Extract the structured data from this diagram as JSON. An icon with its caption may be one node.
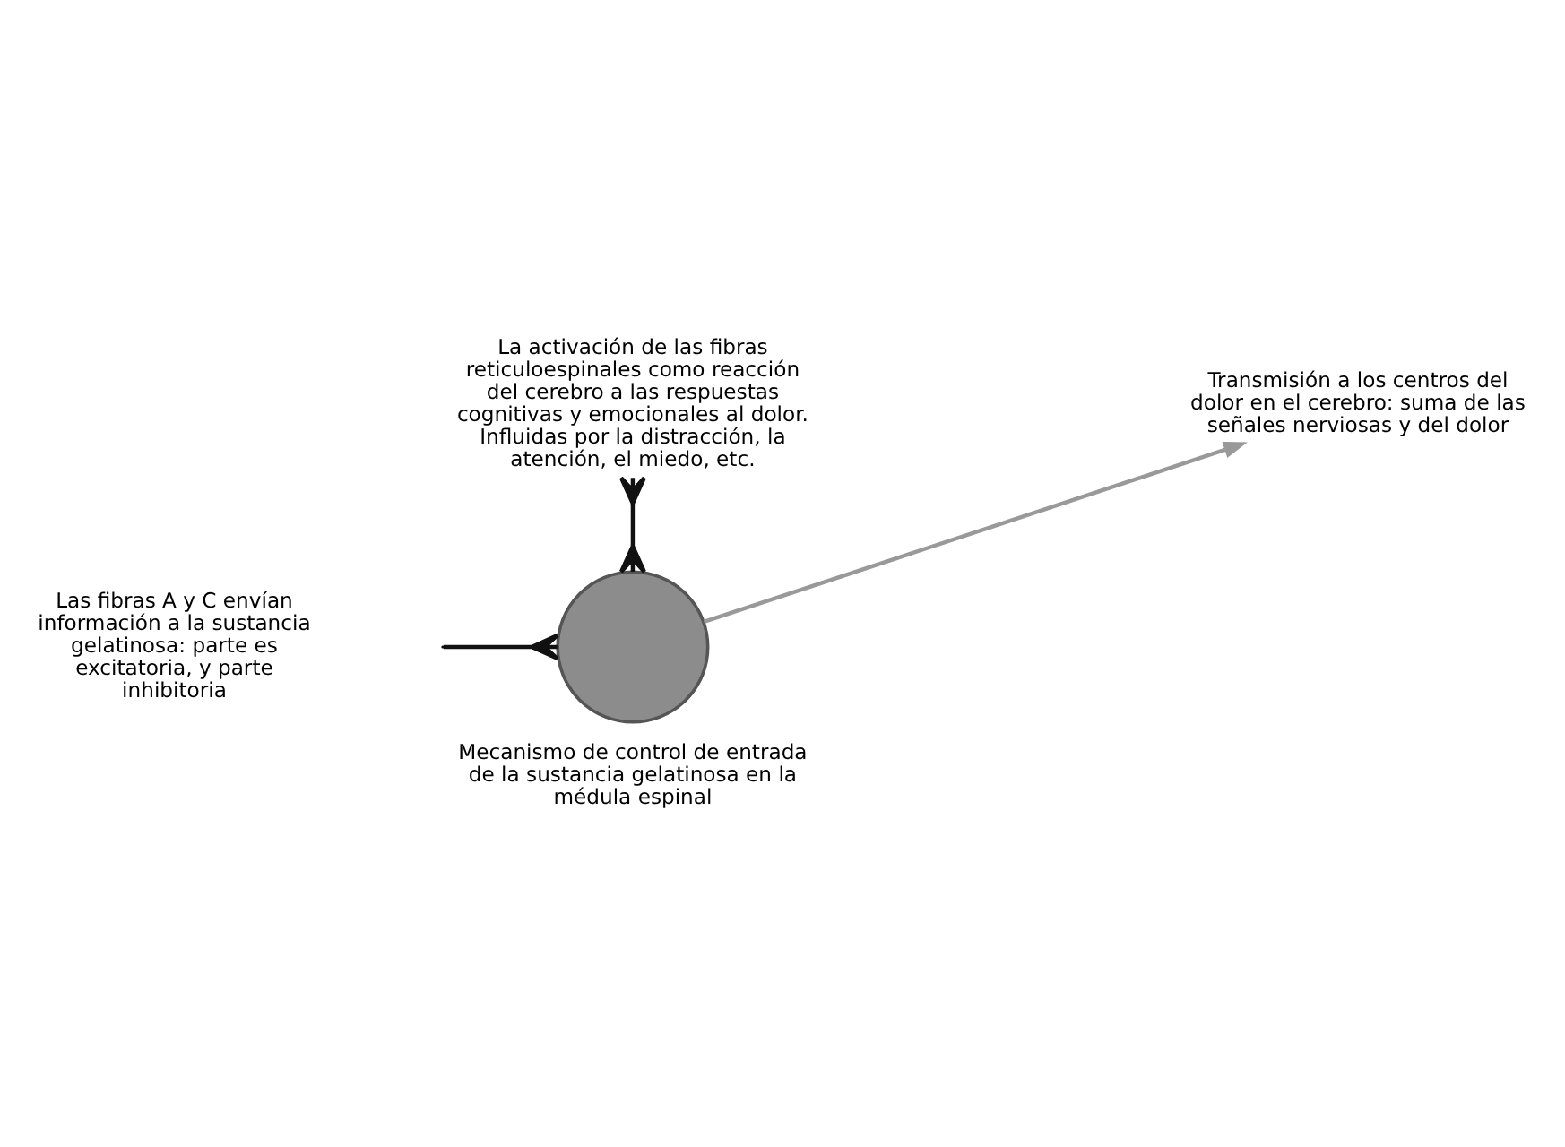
{
  "diagram": {
    "nodes": [
      {
        "text": [
          "La activación de las fibras reticuloespinales como reacción del cerebro a las respuestas cognitivas y emocionales al dolor. Influidas por la distracción, la atención, el miedo, etc."
        ]
      },
      {
        "text": [
          "Transmisión a los centros del dolor en el cerebro: suma de las señales nerviosas y del dolor"
        ]
      },
      {
        "text": [],
        "shape": "circle",
        "beside": [
          "Mecanismo de control de entrada de la sustancia gelatinosa en la médula espinal"
        ]
      }
    ],
    "edges": [
      {
        "from": 0,
        "to": 2,
        "arrow": "other"
      },
      {
        "from": null,
        "to": 2,
        "arrow": "other"
      },
      {
        "from": 2,
        "to": 1,
        "arrow": "to",
        "color": "#999999"
      }
    ],
    "labels": [
      "Las fibras A y C envían información a la sustancia gelatinosa: parte es excitatoria, y parte inhibitoria"
    ]
  }
}
